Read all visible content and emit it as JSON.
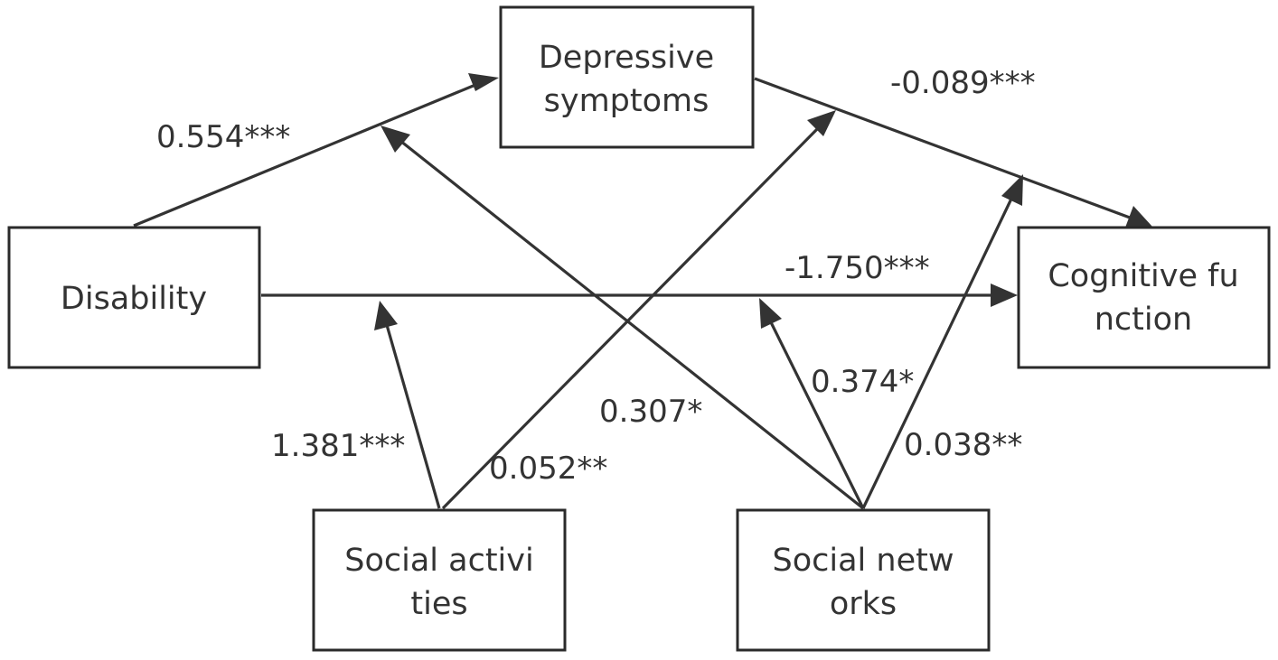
{
  "nodes": {
    "depressive": {
      "line1": "Depressive",
      "line2": "symptoms"
    },
    "disability": {
      "line1": "Disability"
    },
    "cognitive": {
      "line1": "Cognitive fu",
      "line2": "nction"
    },
    "social_activities": {
      "line1": "Social activi",
      "line2": "ties"
    },
    "social_networks": {
      "line1": "Social netw",
      "line2": "orks"
    }
  },
  "paths": {
    "disability_to_depressive": "0.554***",
    "depressive_to_cognitive": "-0.089***",
    "disability_to_cognitive": "-1.750***",
    "activities_moderates_direct": "1.381***",
    "activities_moderates_depressive_path": "0.052**",
    "networks_moderates_disability_path": "0.307*",
    "networks_moderates_direct": "0.374*",
    "networks_moderates_depressive_path": "0.038**"
  },
  "colors": {
    "line": "#333333",
    "text": "#333333",
    "box_border": "#2a2a2a",
    "background": "#ffffff"
  }
}
